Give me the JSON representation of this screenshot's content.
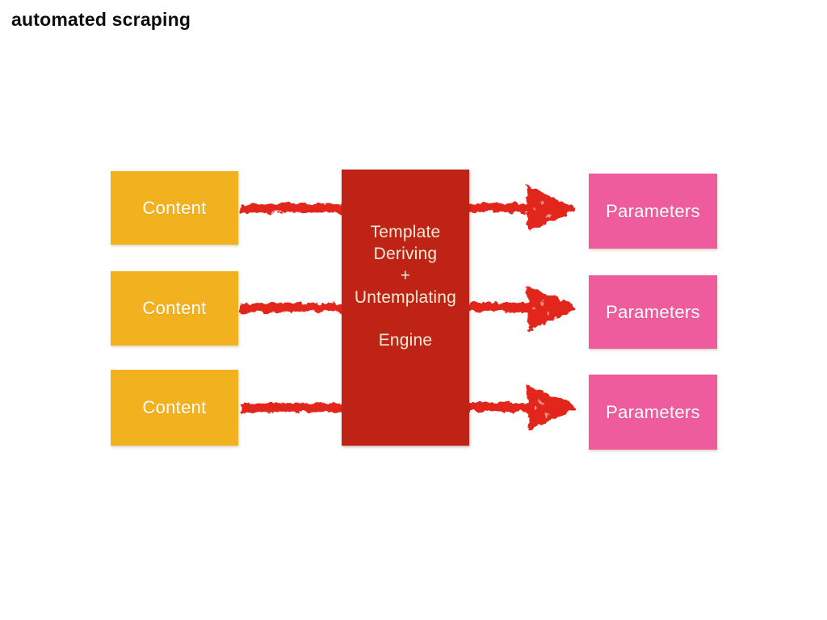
{
  "title": "automated scraping",
  "colors": {
    "background": "#FFFFFF",
    "title": "#0D0D0D",
    "content_box": "#F2B11E",
    "engine_box": "#BE2316",
    "parameters_box": "#EE5C9D",
    "arrow": "#E3251B",
    "box_label": "#FFFFFF",
    "engine_label": "#F5EBD6"
  },
  "diagram": {
    "inputs": [
      {
        "label": "Content"
      },
      {
        "label": "Content"
      },
      {
        "label": "Content"
      }
    ],
    "engine": {
      "lines": [
        "Template",
        "Deriving",
        "+",
        "Untemplating"
      ],
      "name": "Engine"
    },
    "outputs": [
      {
        "label": "Parameters"
      },
      {
        "label": "Parameters"
      },
      {
        "label": "Parameters"
      }
    ]
  }
}
